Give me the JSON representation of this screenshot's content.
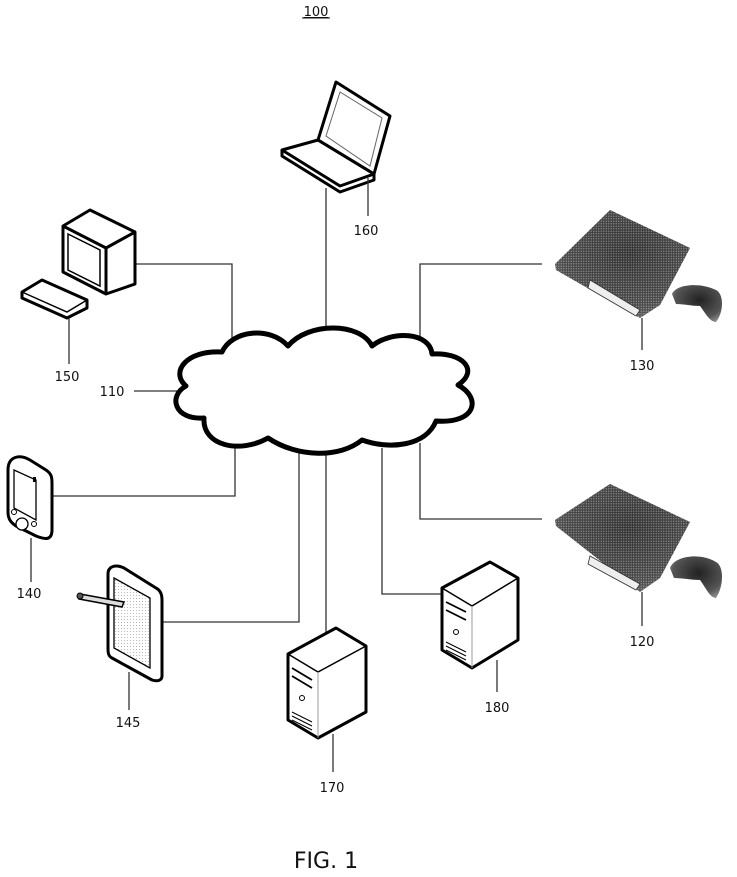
{
  "figure": {
    "number_ref": "100",
    "caption": "FIG. 1"
  },
  "network": {
    "ref": "110",
    "shape": "cloud"
  },
  "devices": [
    {
      "id": "console_a",
      "ref": "120",
      "kind": "game console with controller"
    },
    {
      "id": "console_b",
      "ref": "130",
      "kind": "game console with controller"
    },
    {
      "id": "pda",
      "ref": "140",
      "kind": "handheld PDA"
    },
    {
      "id": "tablet",
      "ref": "145",
      "kind": "tablet with stylus"
    },
    {
      "id": "desktop",
      "ref": "150",
      "kind": "desktop computer with keyboard"
    },
    {
      "id": "laptop",
      "ref": "160",
      "kind": "laptop computer"
    },
    {
      "id": "server_a",
      "ref": "170",
      "kind": "tower server"
    },
    {
      "id": "server_b",
      "ref": "180",
      "kind": "tower server"
    }
  ],
  "colors": {
    "line": "#333333",
    "outline": "#000000",
    "background": "#ffffff"
  }
}
